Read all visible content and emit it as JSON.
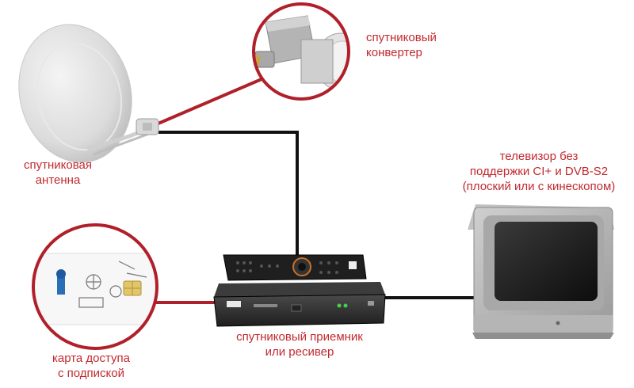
{
  "labels": {
    "converter": {
      "line1": "спутниковый",
      "line2": "конвертер"
    },
    "antenna": {
      "line1": "спутниковая",
      "line2": "антенна"
    },
    "tv": {
      "line1": "телевизор без",
      "line2": "поддержки CI+ и DVB-S2",
      "line3": "(плоский или с кинескопом)"
    },
    "receiver": {
      "line1": "спутниковый приемник",
      "line2": "или ресивер"
    },
    "card": {
      "line1": "карта доступа",
      "line2": "с подпиской"
    }
  },
  "colors": {
    "text": "#c22a2f",
    "callout_line": "#b0202a",
    "cable": "#111111"
  },
  "icons": [
    "satellite-dish-icon",
    "lnb-converter-icon",
    "receiver-box-icon",
    "remote-control-icon",
    "crt-tv-icon",
    "access-card-icon"
  ]
}
